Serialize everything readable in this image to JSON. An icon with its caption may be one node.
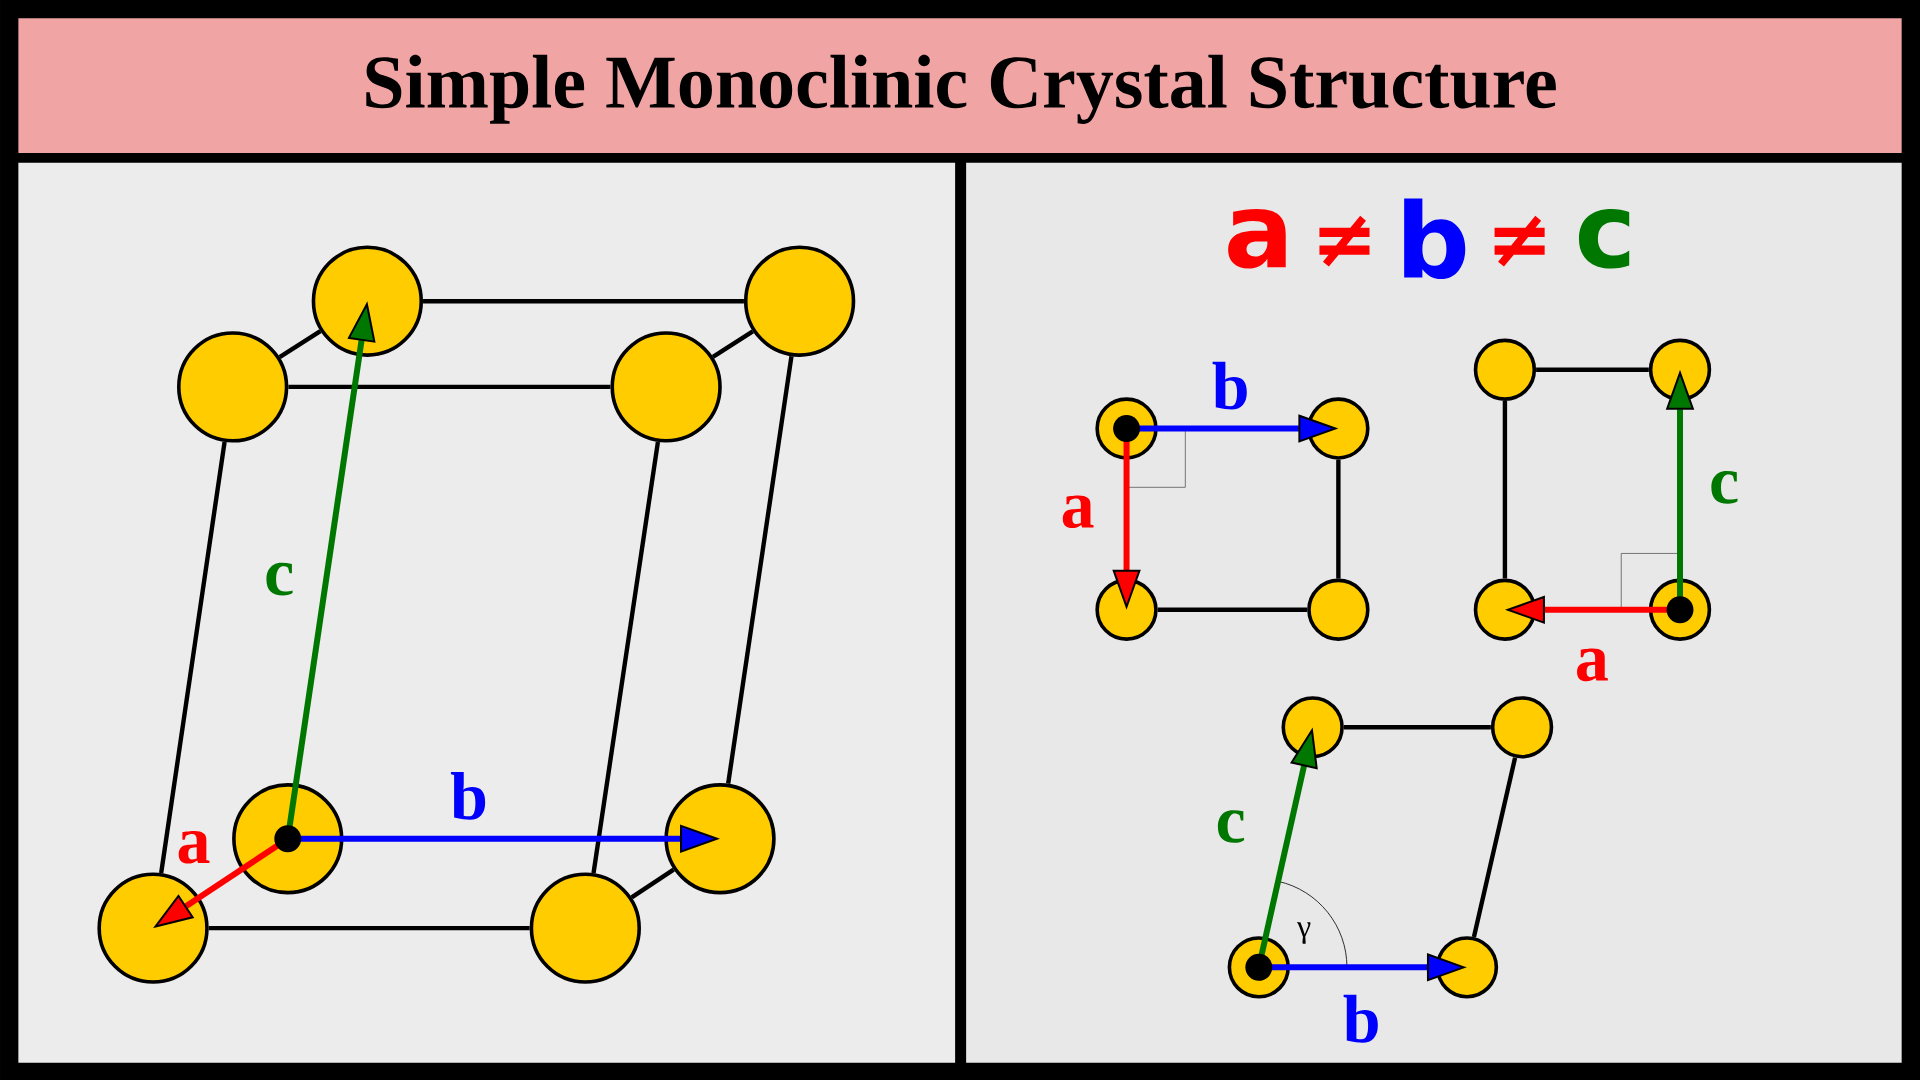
{
  "diagram": {
    "title": "Simple Monoclinic Crystal Structure",
    "nodes": [
      {
        "text": [],
        "shape": "circle"
      },
      {
        "text": [],
        "shape": "circle"
      },
      {
        "text": [],
        "shape": "circle"
      },
      {
        "text": [],
        "shape": "circle"
      },
      {
        "text": [],
        "shape": "circle"
      },
      {
        "text": [],
        "shape": "circle"
      },
      {
        "text": [],
        "shape": "circle"
      },
      {
        "text": [],
        "shape": "circle"
      },
      {
        "text": [],
        "shape": "circle"
      },
      {
        "text": [],
        "shape": "circle"
      },
      {
        "text": [],
        "shape": "circle"
      },
      {
        "text": [],
        "shape": "circle"
      },
      {
        "text": [],
        "shape": "circle"
      },
      {
        "text": [],
        "shape": "circle"
      },
      {
        "text": [],
        "shape": "circle"
      },
      {
        "text": [],
        "shape": "circle"
      },
      {
        "text": [],
        "shape": "circle"
      },
      {
        "text": [],
        "shape": "circle"
      },
      {
        "text": [],
        "shape": "circle"
      },
      {
        "text": [],
        "shape": "circle"
      }
    ],
    "edges": [
      {
        "from": 2,
        "to": 3,
        "arrow": "none"
      },
      {
        "from": 0,
        "to": 1,
        "arrow": "none"
      },
      {
        "from": 2,
        "to": 0,
        "arrow": "none"
      },
      {
        "from": 3,
        "to": 1,
        "arrow": "none"
      },
      {
        "from": 2,
        "to": 6,
        "arrow": "none"
      },
      {
        "from": 3,
        "to": 7,
        "arrow": "none"
      },
      {
        "from": 1,
        "to": 5,
        "arrow": "none"
      },
      {
        "from": 6,
        "to": 7,
        "arrow": "none"
      },
      {
        "from": 7,
        "to": 5,
        "arrow": "none"
      },
      {
        "from": 4,
        "to": 6,
        "arrow": "to",
        "label": "a",
        "color": "#ff0000"
      },
      {
        "from": 4,
        "to": 5,
        "arrow": "to",
        "label": "b",
        "color": "#0000ff"
      },
      {
        "from": 4,
        "to": 0,
        "arrow": "to",
        "label": "c",
        "color": "#007700"
      },
      {
        "from": 9,
        "to": 11,
        "arrow": "none"
      },
      {
        "from": 10,
        "to": 11,
        "arrow": "none"
      },
      {
        "from": 8,
        "to": 9,
        "arrow": "to",
        "label": "b",
        "color": "#0000ff"
      },
      {
        "from": 8,
        "to": 10,
        "arrow": "to",
        "label": "a",
        "color": "#ff0000"
      },
      {
        "from": 12,
        "to": 13,
        "arrow": "none"
      },
      {
        "from": 12,
        "to": 14,
        "arrow": "none"
      },
      {
        "from": 15,
        "to": 13,
        "arrow": "to",
        "label": "c",
        "color": "#007700"
      },
      {
        "from": 15,
        "to": 14,
        "arrow": "to",
        "label": "a",
        "color": "#ff0000"
      },
      {
        "from": 16,
        "to": 17,
        "arrow": "none"
      },
      {
        "from": 17,
        "to": 19,
        "arrow": "none"
      },
      {
        "from": 18,
        "to": 16,
        "arrow": "to",
        "label": "c",
        "color": "#007700"
      },
      {
        "from": 18,
        "to": 19,
        "arrow": "to",
        "label": "b",
        "color": "#0000ff"
      }
    ],
    "labels": [
      "a",
      "≠",
      "b",
      "≠",
      "c",
      "γ"
    ]
  }
}
